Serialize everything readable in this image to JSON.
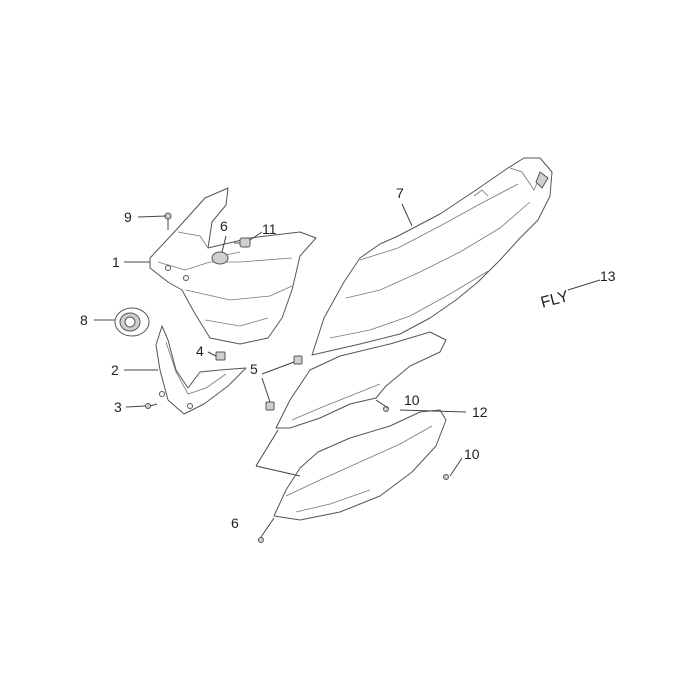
{
  "callouts": [
    "9",
    "6",
    "11",
    "1",
    "8",
    "4",
    "2",
    "3",
    "5",
    "7",
    "10",
    "12",
    "10",
    "6",
    "13"
  ],
  "brand_label": "FLY"
}
